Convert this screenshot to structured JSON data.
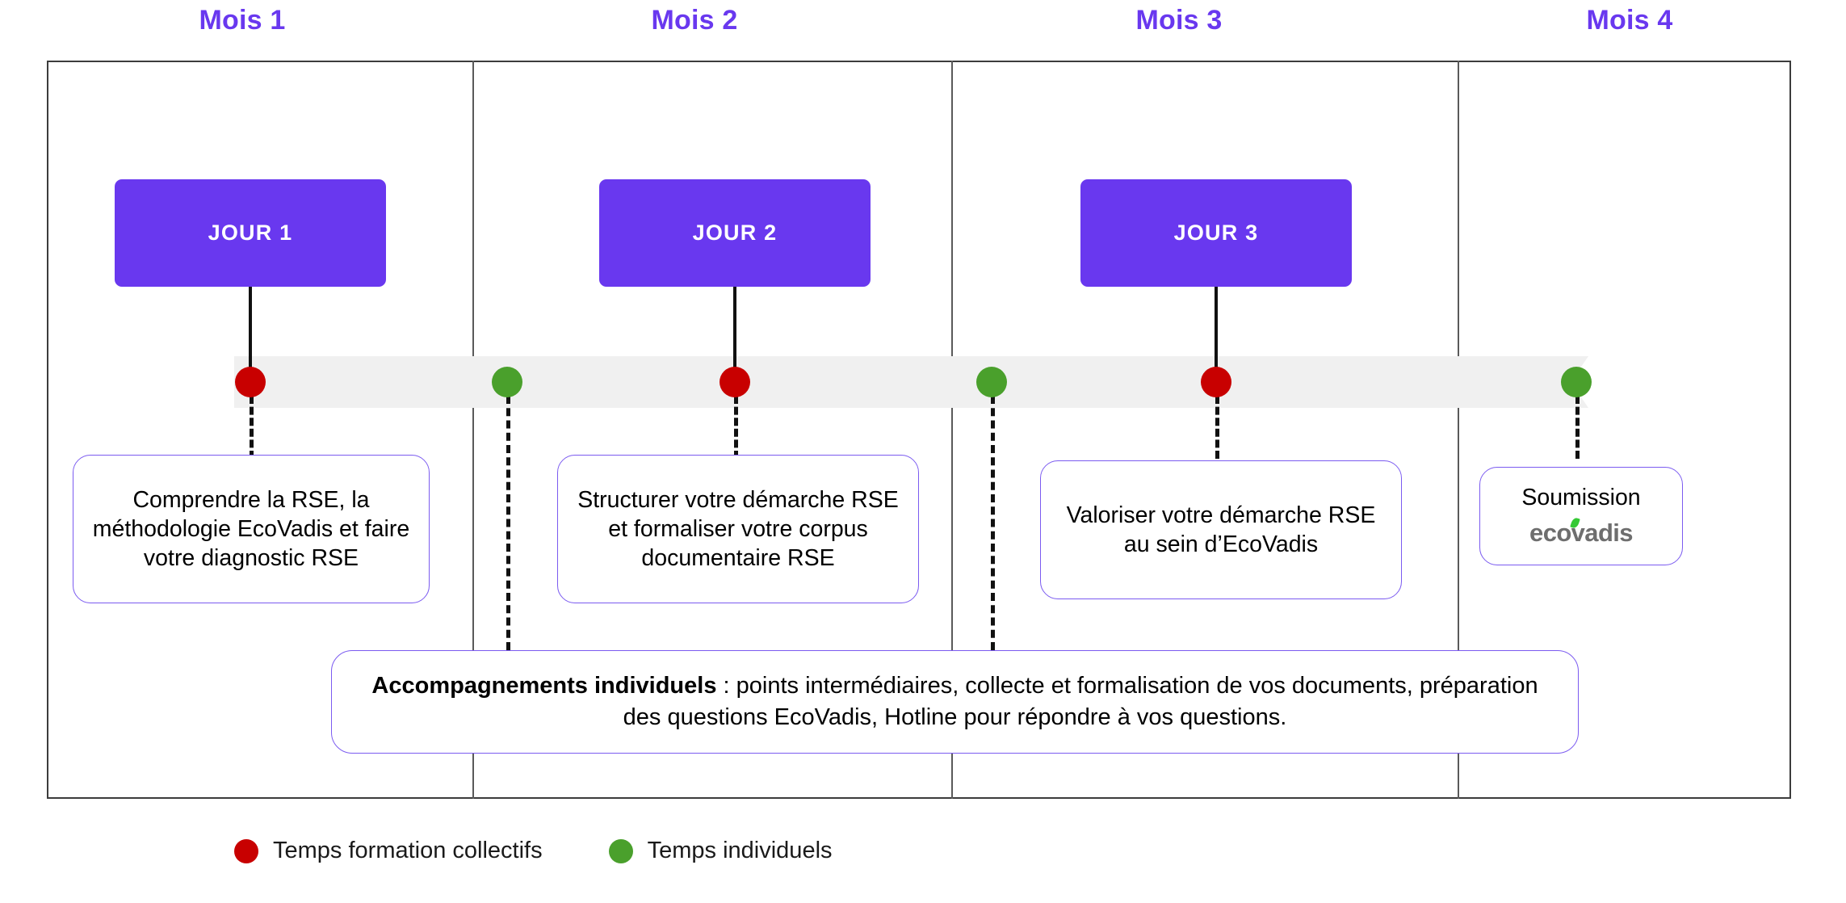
{
  "theme": {
    "accent_purple": "#6938EF",
    "card_border_purple": "#7B5BF0",
    "red_dot": "#c80000",
    "green_dot": "#4aa02c",
    "timeline_grey": "#f0f0f0",
    "frame_border": "#3c3c3c",
    "logo_grey": "#6e6e6e",
    "logo_green": "#35c935"
  },
  "months": [
    {
      "label": "Mois 1"
    },
    {
      "label": "Mois 2"
    },
    {
      "label": "Mois 3"
    },
    {
      "label": "Mois 4"
    }
  ],
  "day_boxes": [
    {
      "label": "JOUR 1"
    },
    {
      "label": "JOUR 2"
    },
    {
      "label": "JOUR 3"
    }
  ],
  "milestones": [
    {
      "type": "collective",
      "color": "#c80000"
    },
    {
      "type": "individual",
      "color": "#4aa02c"
    },
    {
      "type": "collective",
      "color": "#c80000"
    },
    {
      "type": "individual",
      "color": "#4aa02c"
    },
    {
      "type": "collective",
      "color": "#c80000"
    },
    {
      "type": "individual",
      "color": "#4aa02c"
    }
  ],
  "cards": [
    {
      "text": "Comprendre la RSE, la méthodologie EcoVadis et faire votre diagnostic RSE"
    },
    {
      "text": "Structurer votre démarche RSE et formaliser votre corpus documentaire RSE"
    },
    {
      "text": "Valoriser votre démarche RSE au sein d’EcoVadis"
    },
    {
      "text": "Soumission",
      "logo": "ecovadis"
    }
  ],
  "banner": {
    "bold_prefix": "Accompagnements individuels",
    "rest": " : points intermédiaires, collecte et formalisation de vos documents, préparation des questions EcoVadis, Hotline pour répondre à vos questions."
  },
  "legend": [
    {
      "label": "Temps formation collectifs",
      "color": "#c80000"
    },
    {
      "label": "Temps individuels",
      "color": "#4aa02c"
    }
  ]
}
